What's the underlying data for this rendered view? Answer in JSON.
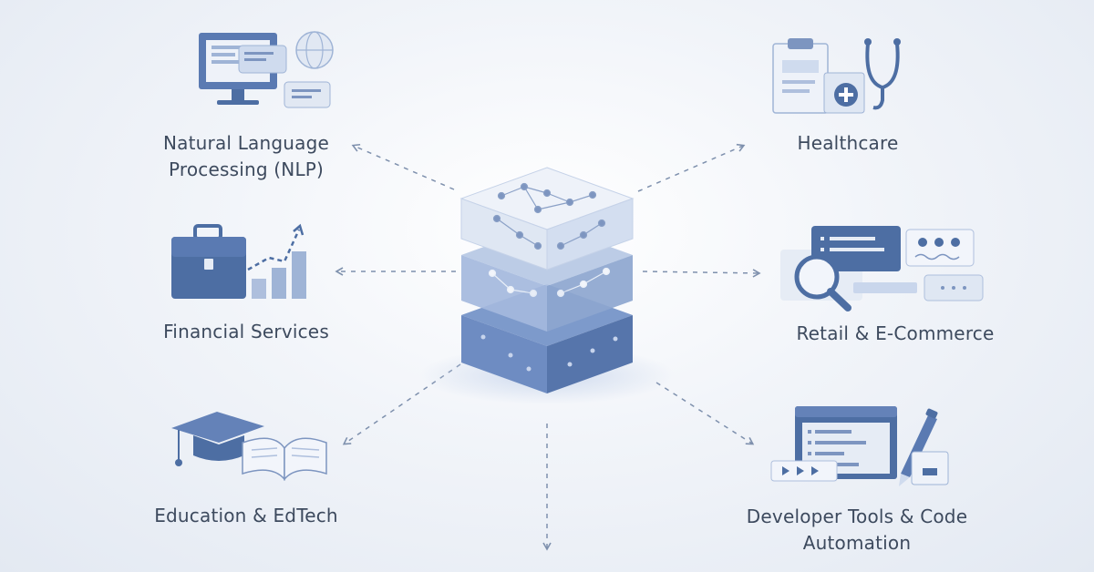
{
  "hub": {
    "icon": "layered-data-stack-icon"
  },
  "nodes": [
    {
      "id": "nlp",
      "icon": "computer-chat-globe-icon",
      "lines": [
        "Natural Language",
        "Processing (NLP)"
      ]
    },
    {
      "id": "finance",
      "icon": "briefcase-growth-chart-icon",
      "lines": [
        "Financial Services"
      ]
    },
    {
      "id": "education",
      "icon": "graduation-cap-book-icon",
      "lines": [
        "Education & EdTech"
      ]
    },
    {
      "id": "healthcare",
      "icon": "clipboard-stethoscope-icon",
      "lines": [
        "Healthcare"
      ]
    },
    {
      "id": "retail",
      "icon": "magnifier-product-reviews-icon",
      "lines": [
        "Retail & E-Commerce"
      ]
    },
    {
      "id": "devtools",
      "icon": "code-editor-pencil-icon",
      "lines": [
        "Developer Tools & Code",
        "Automation"
      ]
    }
  ],
  "colors": {
    "primary": "#4d6ea3",
    "primary_light": "#9fb4d6",
    "accent_pale": "#e6ecf5",
    "text": "#3d4a5e",
    "arrow": "#7e90ad"
  }
}
